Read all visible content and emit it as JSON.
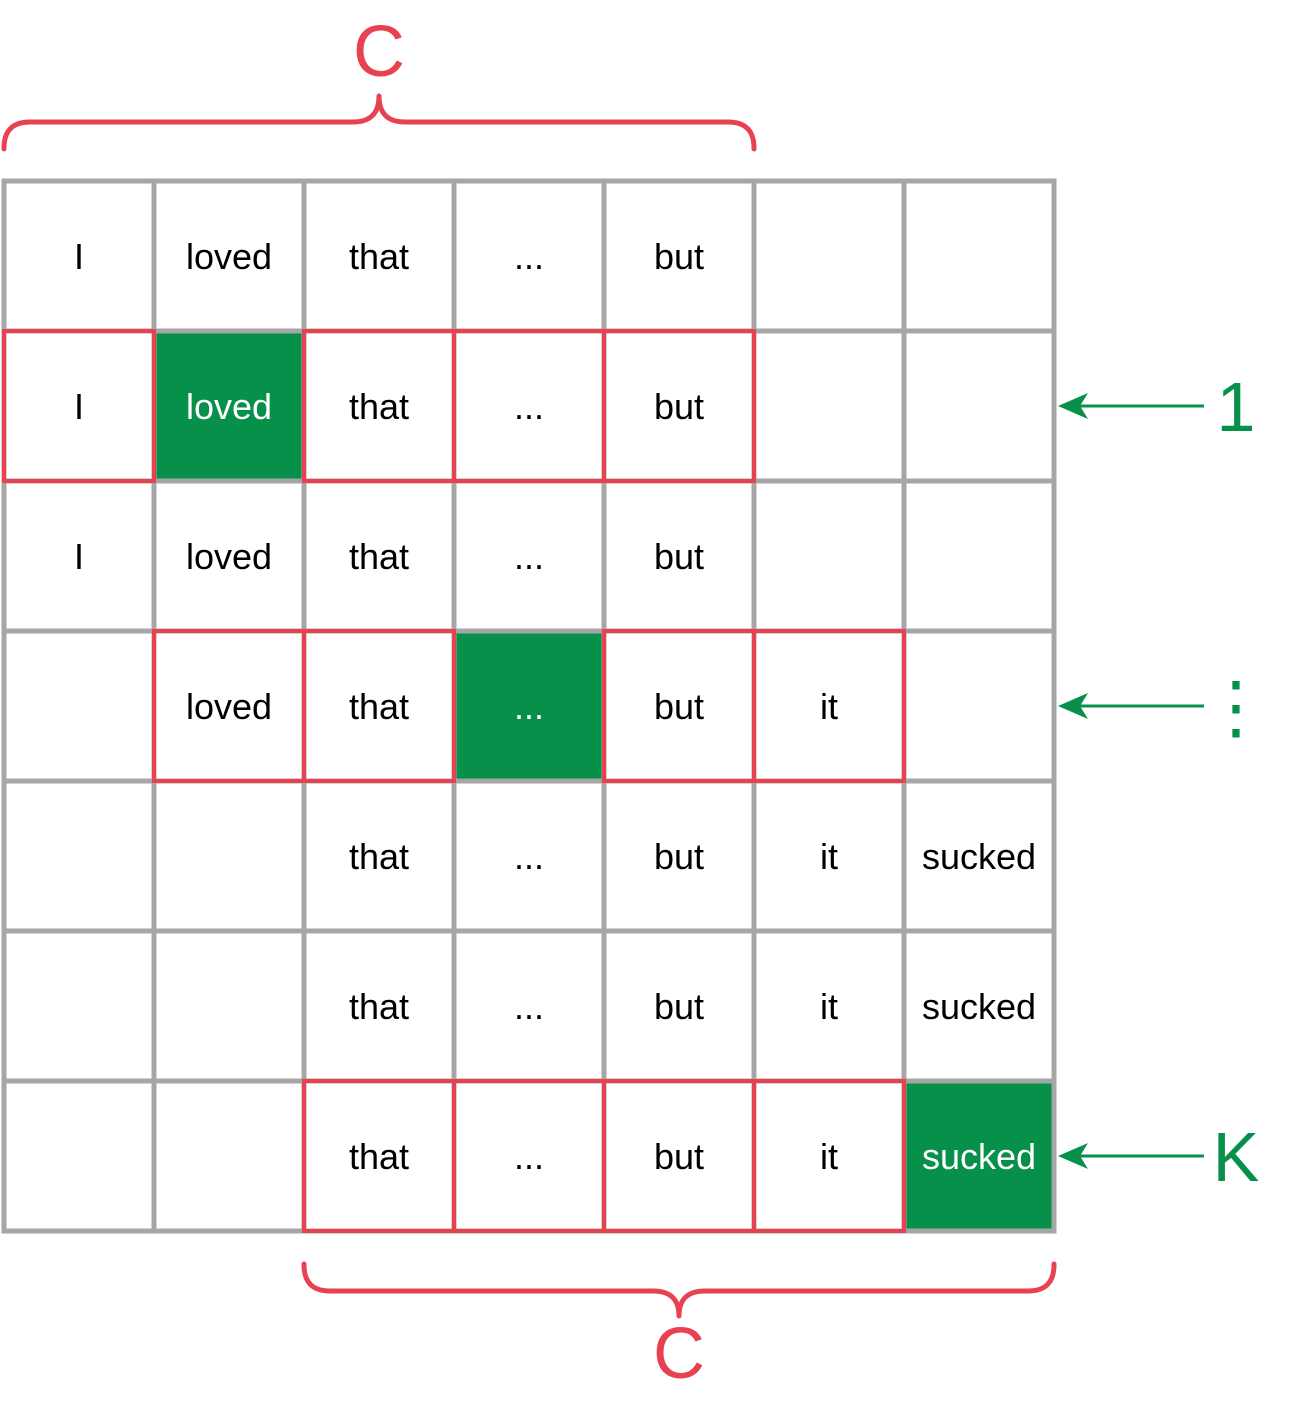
{
  "colors": {
    "grid": "#a6a6a6",
    "window": "#e8414f",
    "target_fill": "#06904a",
    "target_text": "#ffffff",
    "text": "#000000",
    "arrow": "#06904a"
  },
  "rows": [
    [
      "I",
      "loved",
      "that",
      "...",
      "but",
      "",
      ""
    ],
    [
      "I",
      "loved",
      "that",
      "...",
      "but",
      "",
      ""
    ],
    [
      "I",
      "loved",
      "that",
      "...",
      "but",
      "",
      ""
    ],
    [
      "",
      "loved",
      "that",
      "...",
      "but",
      "it",
      ""
    ],
    [
      "",
      "",
      "that",
      "...",
      "but",
      "it",
      "sucked"
    ],
    [
      "",
      "",
      "that",
      "...",
      "but",
      "it",
      "sucked"
    ],
    [
      "",
      "",
      "that",
      "...",
      "but",
      "it",
      "sucked"
    ]
  ],
  "highlights": [
    {
      "row": 1,
      "window_start": 0,
      "window_end": 4,
      "target_col": 1
    },
    {
      "row": 3,
      "window_start": 1,
      "window_end": 5,
      "target_col": 3
    },
    {
      "row": 6,
      "window_start": 2,
      "window_end": 6,
      "target_col": 6
    }
  ],
  "braces": {
    "top": {
      "label": "C",
      "col_start": 0,
      "col_end": 4
    },
    "bottom": {
      "label": "C",
      "col_start": 2,
      "col_end": 6
    }
  },
  "arrows": [
    {
      "row": 1,
      "label": "1"
    },
    {
      "row": 3,
      "label": "⋮"
    },
    {
      "row": 6,
      "label": "K"
    }
  ]
}
